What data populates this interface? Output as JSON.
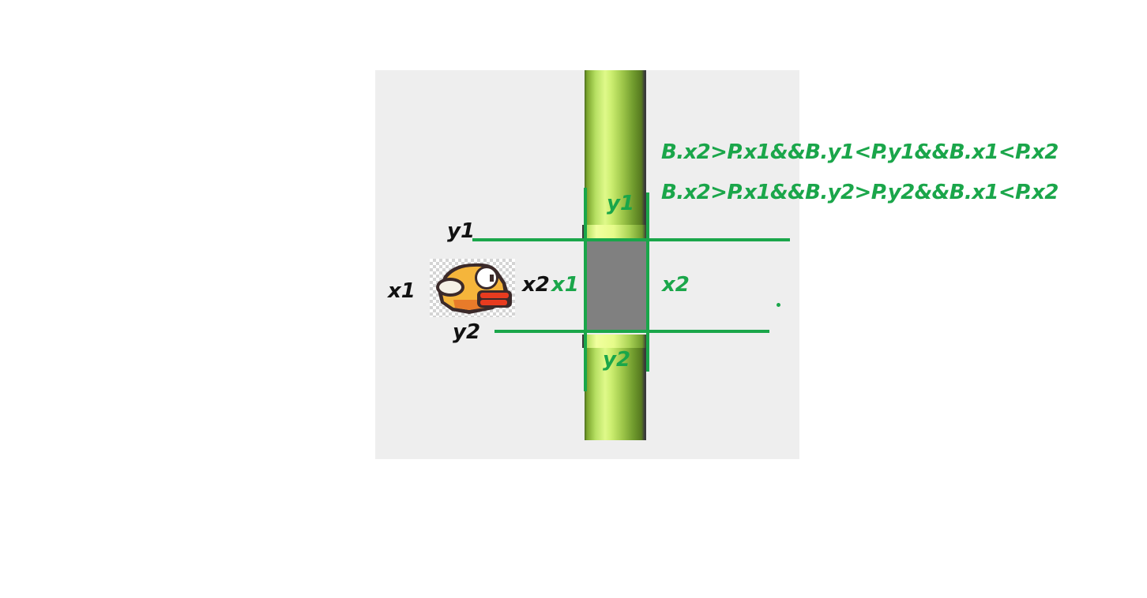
{
  "labels": {
    "bird_y1": "y1",
    "bird_x1": "x1",
    "bird_x2": "x2",
    "bird_y2": "y2",
    "pipe_x1": "x1",
    "pipe_x2": "x2",
    "pipe_y1": "y1",
    "pipe_y2": "y2"
  },
  "formulas": {
    "top_collision": "B.x2>P.x1&&B.y1<P.y1&&B.x1<P.x2",
    "bottom_collision": "B.x2>P.x1&&B.y2>P.y2&&B.x1<P.x2"
  },
  "colors": {
    "annotation_green": "#1aa64a",
    "bird_label": "#111111",
    "background_panel": "#eeeeee",
    "gap": "#808080"
  },
  "icons": {
    "bird": "flappy-bird-sprite",
    "pipe": "green-pipe"
  }
}
